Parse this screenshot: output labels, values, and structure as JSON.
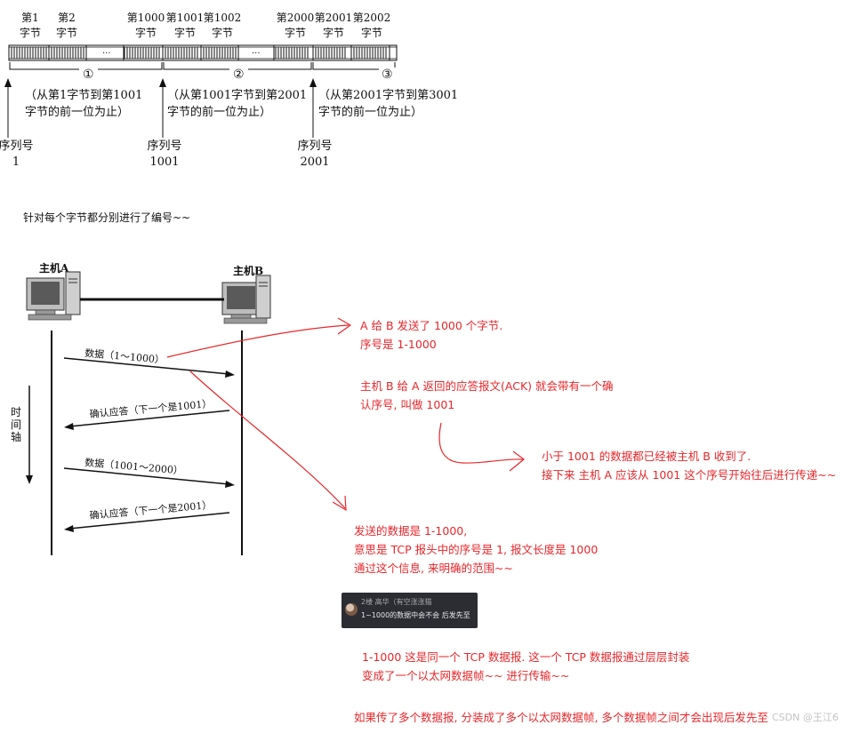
{
  "byte_diagram": {
    "headers": [
      {
        "line1": "第1",
        "line2": "字节"
      },
      {
        "line1": "第2",
        "line2": "字节"
      },
      {
        "line1": "第1000",
        "line2": "字节"
      },
      {
        "line1": "第1001",
        "line2": "字节"
      },
      {
        "line1": "第1002",
        "line2": "字节"
      },
      {
        "line1": "第2000",
        "line2": "字节"
      },
      {
        "line1": "第2001",
        "line2": "字节"
      },
      {
        "line1": "第2002",
        "line2": "字节"
      }
    ],
    "ellipsis": "...",
    "segments": [
      {
        "marker": "①",
        "range_line1": "（从第1字节到第1001",
        "range_line2": "字节的前一位为止）",
        "seq_label": "序列号",
        "seq_value": "1"
      },
      {
        "marker": "②",
        "range_line1": "（从第1001字节到第2001",
        "range_line2": "字节的前一位为止）",
        "seq_label": "序列号",
        "seq_value": "1001"
      },
      {
        "marker": "③",
        "range_line1": "（从第2001字节到第3001",
        "range_line2": "字节的前一位为止）",
        "seq_label": "序列号",
        "seq_value": "2001"
      }
    ]
  },
  "caption": "针对每个字节都分别进行了编号~~",
  "sequence_diagram": {
    "host_a": "主机A",
    "host_b": "主机B",
    "time_axis": [
      "时",
      "间",
      "轴"
    ],
    "messages": [
      {
        "label": "数据（1～1000）"
      },
      {
        "label": "确认应答（下一个是1001）"
      },
      {
        "label": "数据（1001～2000）"
      },
      {
        "label": "确认应答（下一个是2001）"
      }
    ]
  },
  "annotations": {
    "note1": [
      "A 给 B 发送了 1000 个字节.",
      "序号是 1-1000"
    ],
    "note2": [
      "主机 B 给 A 返回的应答报文(ACK) 就会带有一个确",
      "认序号, 叫做 1001"
    ],
    "note3": [
      "小于 1001 的数据都已经被主机 B 收到了.",
      "接下来 主机 A 应该从 1001 这个序号开始往后进行传递~~"
    ],
    "note4": [
      "发送的数据是 1-1000,",
      "意思是 TCP 报头中的序号是 1, 报文长度是 1000",
      "通过这个信息, 来明确的范围~~"
    ],
    "note5": [
      "1-1000 这是同一个 TCP 数据报. 这一个 TCP 数据报通过层层封装",
      "变成了一个以太网数据帧~~ 进行传输~~"
    ],
    "note6": "如果传了多个数据报, 分装成了多个以太网数据帧, 多个数据帧之间才会出现后发先至"
  },
  "comment": {
    "user_line": "2楼 高华（有空涨涨猫",
    "text": "1~1000的数据中会不会 后发先至"
  },
  "watermark": "CSDN @王江6",
  "colors": {
    "annotation": "#e8262a",
    "line": "#111111",
    "comment_bg": "#2b2d33"
  }
}
